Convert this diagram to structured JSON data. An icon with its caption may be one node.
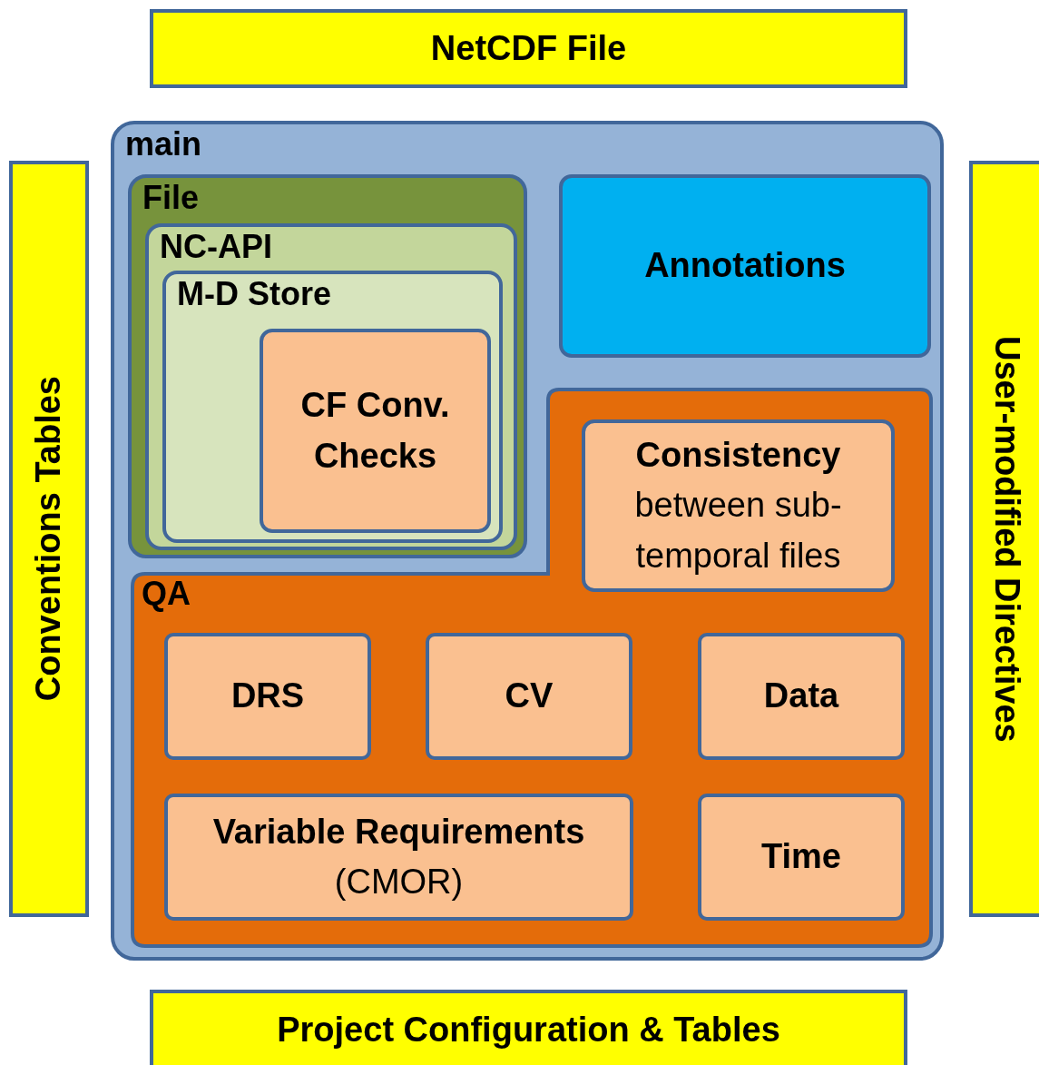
{
  "diagram": {
    "nodes": [
      {
        "text": [
          "NetCDF File"
        ]
      },
      {
        "text": [
          "Conventions Tables"
        ]
      },
      {
        "text": [
          "main"
        ]
      },
      {
        "text": [
          "File"
        ],
        "in": 2
      },
      {
        "text": [
          "NC-API"
        ],
        "in": 3
      },
      {
        "text": [
          "M-D Store"
        ],
        "in": 4
      },
      {
        "text": [
          "CF Conv. Checks"
        ],
        "in": 5
      },
      {
        "text": [
          "Annotations"
        ],
        "in": 2
      },
      {
        "text": [
          "QA"
        ],
        "in": 2
      },
      {
        "text": [
          "Consistency",
          "between sub-temporal files"
        ],
        "in": 8
      },
      {
        "text": [
          "DRS"
        ],
        "in": 8
      },
      {
        "text": [
          "CV"
        ],
        "in": 8
      },
      {
        "text": [
          "Data"
        ],
        "in": 8
      },
      {
        "text": [
          "Variable Requirements",
          "(CMOR)"
        ],
        "in": 8
      },
      {
        "text": [
          "Time"
        ],
        "in": 8
      },
      {
        "text": [
          "User-modified Directives"
        ]
      },
      {
        "text": [
          "Project Configuration & Tables"
        ]
      }
    ],
    "edges": []
  }
}
